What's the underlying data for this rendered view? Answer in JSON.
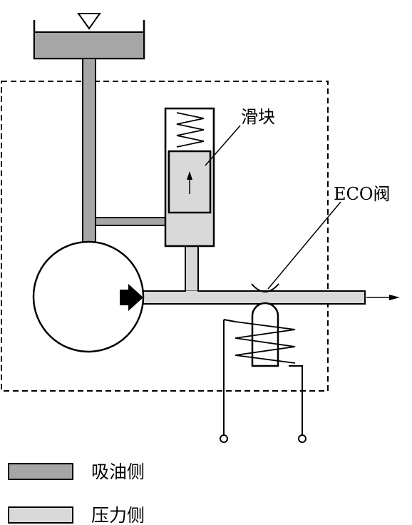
{
  "labels": {
    "slider": "滑块",
    "eco_valve": "ECO阀"
  },
  "legend": [
    {
      "label": "吸油侧",
      "color": "#a6a6a6"
    },
    {
      "label": "压力侧",
      "color": "#d9d9d9"
    }
  ],
  "colors": {
    "suction": "#a6a6a6",
    "pressure": "#d9d9d9",
    "stroke": "#000000"
  }
}
